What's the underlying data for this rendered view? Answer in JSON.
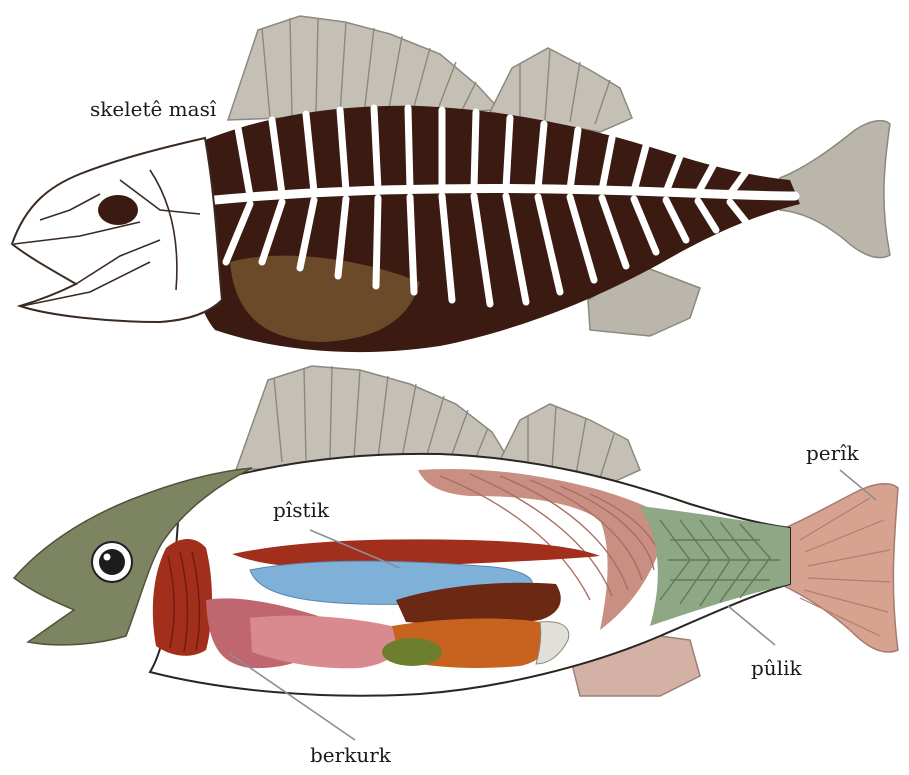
{
  "labels": {
    "skeleton": "skeletê masî",
    "pistik": "pîstik",
    "perik": "perîk",
    "pulik": "pûlik",
    "berkurk": "berkurk"
  },
  "colors": {
    "bone": "#ffffff",
    "flesh_dark": "#3b1a12",
    "fin_grey": "#b8b4ab",
    "head_green": "#7d8461",
    "muscle_pink": "#c98f83",
    "swim_bladder": "#7fb0d8",
    "liver_red": "#a22e1c",
    "gut_brown": "#6b2812",
    "gut_orange": "#c7631f",
    "gall_green": "#6d7f2c",
    "scale_green": "#8ea785",
    "tail_pink": "#d7a290"
  }
}
